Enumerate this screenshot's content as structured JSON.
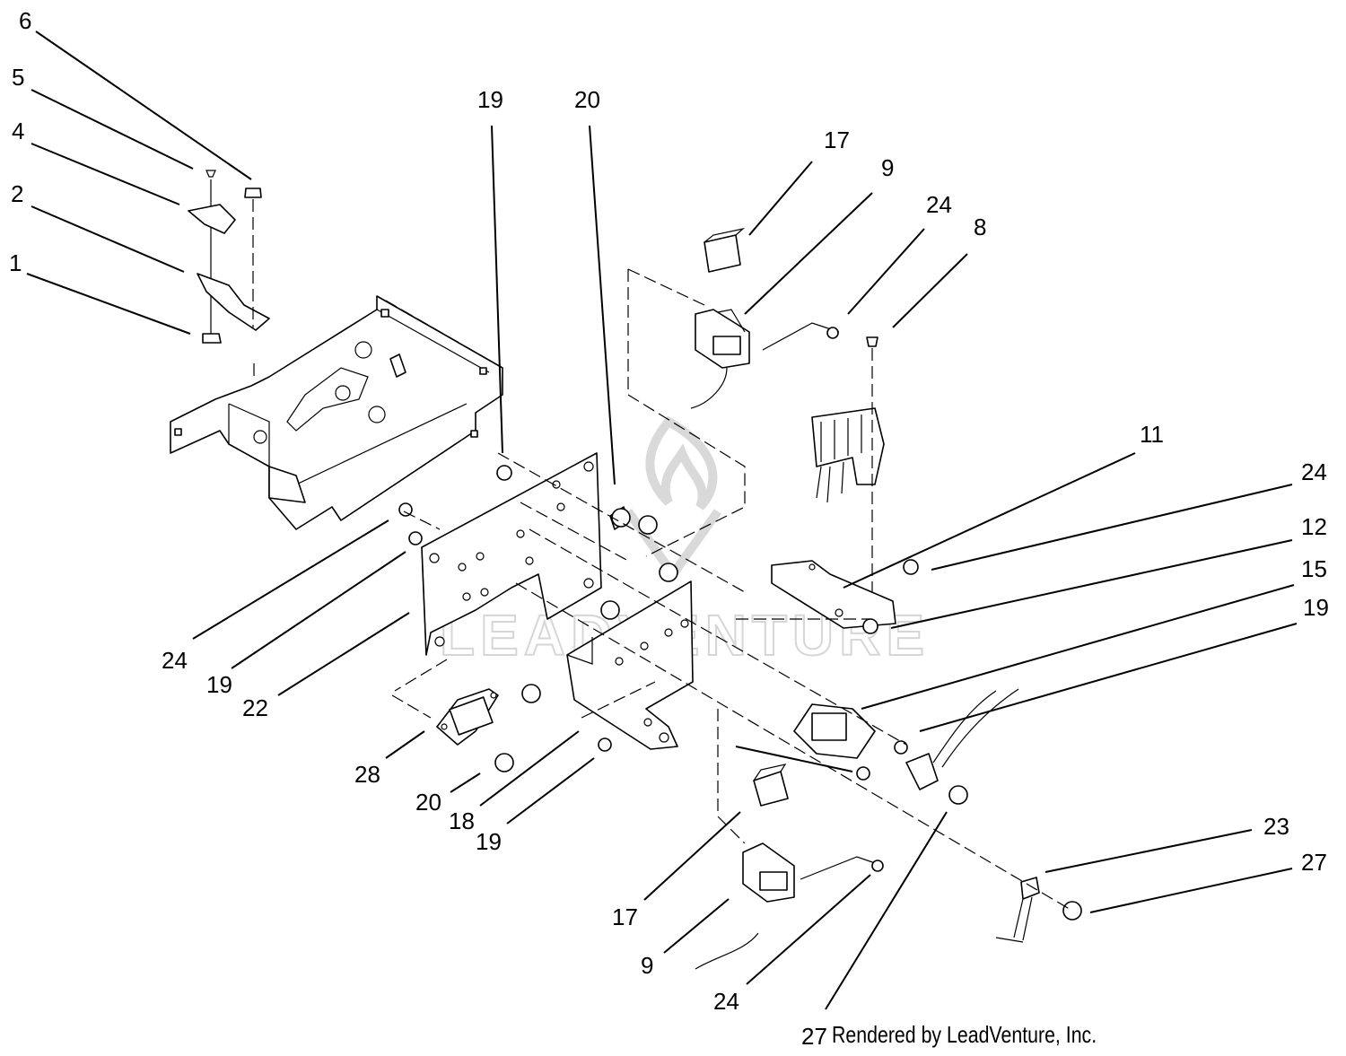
{
  "callouts": [
    {
      "id": "c6a",
      "label": "6"
    },
    {
      "id": "c5",
      "label": "5"
    },
    {
      "id": "c4",
      "label": "4"
    },
    {
      "id": "c2",
      "label": "2"
    },
    {
      "id": "c1",
      "label": "1"
    },
    {
      "id": "c19a",
      "label": "19"
    },
    {
      "id": "c20a",
      "label": "20"
    },
    {
      "id": "c17a",
      "label": "17"
    },
    {
      "id": "c9a",
      "label": "9"
    },
    {
      "id": "c24a",
      "label": "24"
    },
    {
      "id": "c8",
      "label": "8"
    },
    {
      "id": "c11",
      "label": "11"
    },
    {
      "id": "c24b",
      "label": "24"
    },
    {
      "id": "c12",
      "label": "12"
    },
    {
      "id": "c15",
      "label": "15"
    },
    {
      "id": "c19b",
      "label": "19"
    },
    {
      "id": "c24c",
      "label": "24"
    },
    {
      "id": "c19c",
      "label": "19"
    },
    {
      "id": "c22",
      "label": "22"
    },
    {
      "id": "c28",
      "label": "28"
    },
    {
      "id": "c20b",
      "label": "20"
    },
    {
      "id": "c18",
      "label": "18"
    },
    {
      "id": "c19d",
      "label": "19"
    },
    {
      "id": "c23",
      "label": "23"
    },
    {
      "id": "c27a",
      "label": "27"
    },
    {
      "id": "c17b",
      "label": "17"
    },
    {
      "id": "c9b",
      "label": "9"
    },
    {
      "id": "c24d",
      "label": "24"
    },
    {
      "id": "c27b",
      "label": "27"
    }
  ],
  "watermark": "LEADVENTURE",
  "credit": "Rendered by LeadVenture, Inc."
}
